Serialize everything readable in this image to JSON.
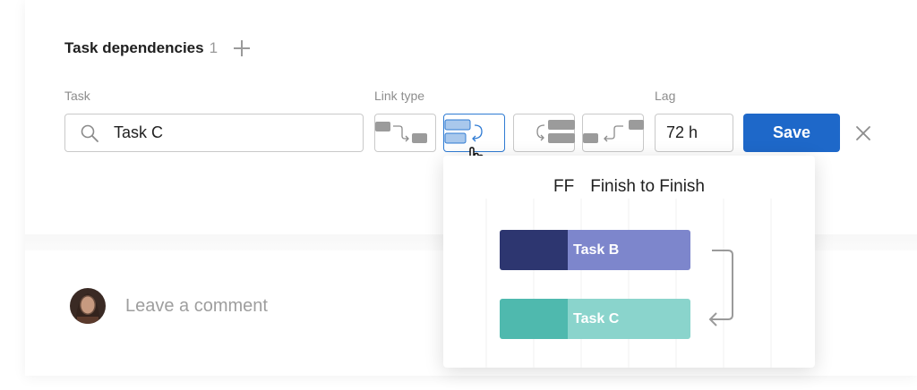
{
  "section": {
    "title": "Task dependencies",
    "count": "1",
    "add_icon": "plus-icon"
  },
  "labels": {
    "task": "Task",
    "link_type": "Link type",
    "lag": "Lag"
  },
  "task_field": {
    "icon": "search-icon",
    "value": "Task C"
  },
  "link_types": [
    {
      "icon": "finish-to-start-icon",
      "selected": false
    },
    {
      "icon": "finish-to-finish-icon",
      "selected": true
    },
    {
      "icon": "start-to-start-icon",
      "selected": false
    },
    {
      "icon": "start-to-finish-icon",
      "selected": false
    }
  ],
  "lag_field": {
    "value": "72 h"
  },
  "actions": {
    "save_label": "Save",
    "close_icon": "close-icon"
  },
  "tooltip": {
    "code": "FF",
    "name": "Finish to Finish",
    "bars": [
      {
        "label": "Task B"
      },
      {
        "label": "Task C"
      }
    ]
  },
  "comment": {
    "placeholder": "Leave a comment"
  },
  "colors": {
    "accent": "#1e68c9",
    "selected_border": "#2f7bd3",
    "task_b_dark": "#2d3670",
    "task_b_light": "#7d86cc",
    "task_c_dark": "#4fb9ae",
    "task_c_light": "#8ad4cc"
  }
}
